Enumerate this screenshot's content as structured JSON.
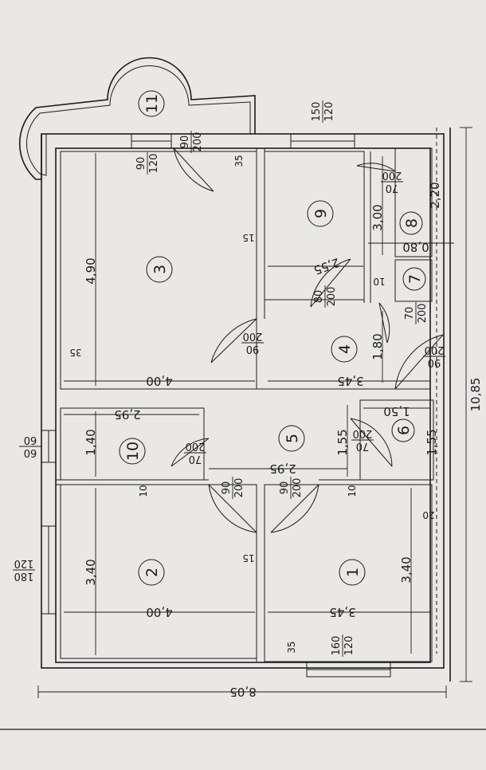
{
  "rooms": {
    "r1": "1",
    "r2": "2",
    "r3": "3",
    "r4": "4",
    "r5": "5",
    "r6": "6",
    "r7": "7",
    "r8": "8",
    "r9": "9",
    "r10": "10",
    "r11": "11"
  },
  "dimensions": {
    "overall_width": "8,05",
    "overall_height": "10,85",
    "room3_length": "4,90",
    "room3_width": "4,00",
    "room2_width": "4,00",
    "room2_length": "3,40",
    "room1_width": "3,45",
    "room1_length": "3,40",
    "room10_length": "1,40",
    "room10_width": "2,95",
    "corridor5_width": "2,95",
    "hall4_width": "3,45",
    "hall4_length": "1,80",
    "room9_length": "3,00",
    "room9_width": "2,55",
    "room8_length": "2,20",
    "room8_width": "0,80",
    "room6_width": "1,50",
    "room6_len_a": "1,55",
    "room6_len_b": "1,55",
    "wall_35_a": "35",
    "wall_35_b": "35",
    "wall_35_c": "35",
    "wall_15_a": "15",
    "wall_15_b": "15",
    "wall_10_a": "10",
    "wall_10_b": "10",
    "wall_10_c": "10",
    "wall_20": "20"
  },
  "openings": {
    "win_room3_top": {
      "num": "90",
      "den": "120"
    },
    "door_room3_balcony": {
      "num": "90",
      "den": "200"
    },
    "win_room9": {
      "num": "150",
      "den": "120"
    },
    "door_room3": {
      "num": "90",
      "den": "200"
    },
    "door_room9": {
      "num": "80",
      "den": "200"
    },
    "door_room8": {
      "num": "70",
      "den": "200"
    },
    "door_room7": {
      "num": "70",
      "den": "200"
    },
    "door_entry": {
      "num": "90",
      "den": "200"
    },
    "door_room10": {
      "num": "70",
      "den": "200"
    },
    "win_room10": {
      "num": "60",
      "den": "60"
    },
    "door_room2": {
      "num": "90",
      "den": "200"
    },
    "door_room1": {
      "num": "90",
      "den": "200"
    },
    "door_room6": {
      "num": "70",
      "den": "200"
    },
    "win_room2": {
      "num": "180",
      "den": "120"
    },
    "win_room1": {
      "num": "160",
      "den": "120"
    }
  }
}
